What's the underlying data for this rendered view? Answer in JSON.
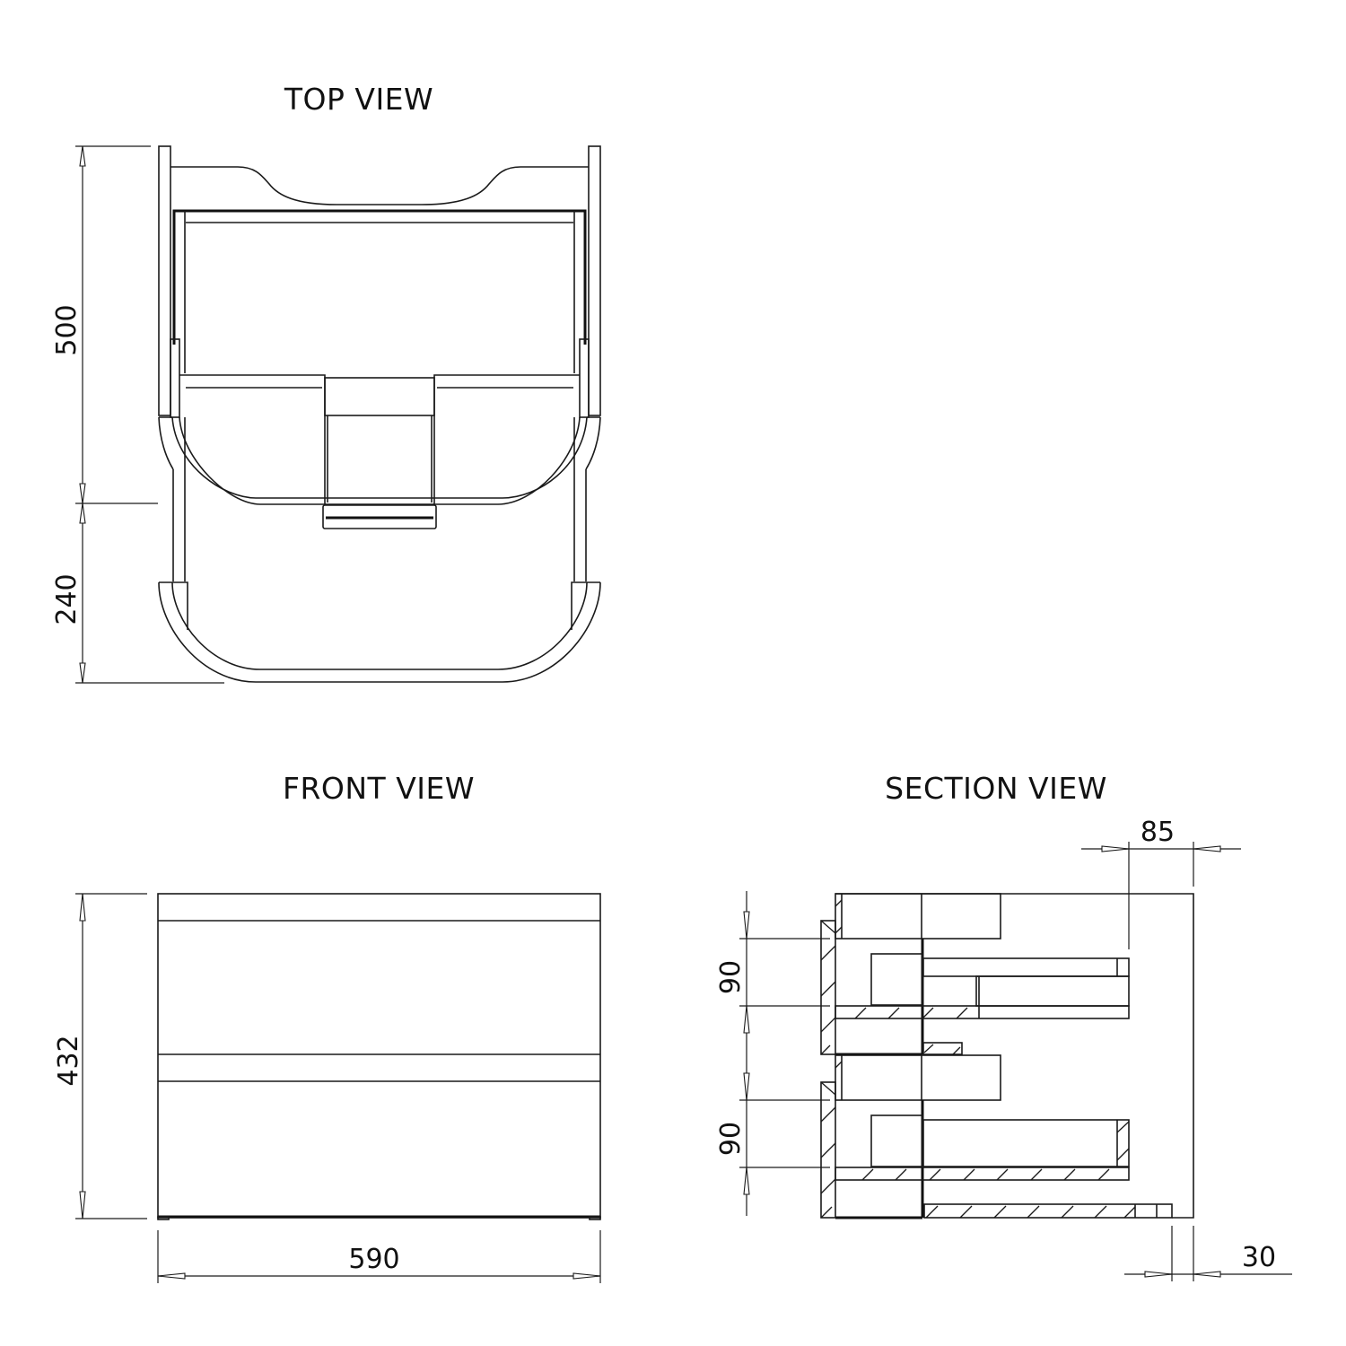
{
  "views": {
    "top": {
      "title": "TOP VIEW"
    },
    "front": {
      "title": "FRONT VIEW"
    },
    "section": {
      "title": "SECTION VIEW"
    }
  },
  "dimensions": {
    "top_depth": "500",
    "top_extension": "240",
    "front_height": "432",
    "front_width": "590",
    "section_drawer_upper": "90",
    "section_drawer_lower": "90",
    "section_back_offset": "85",
    "section_bottom_offset": "30"
  },
  "colors": {
    "line": "#1a1a1a",
    "background": "#ffffff"
  }
}
